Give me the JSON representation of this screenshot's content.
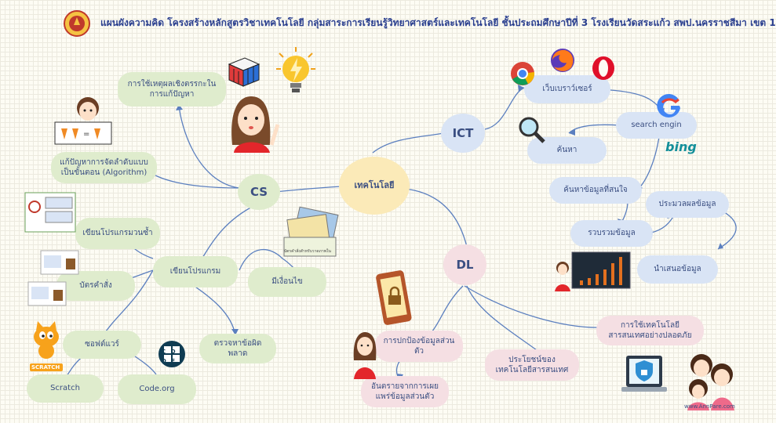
{
  "title": "แผนผังความคิด โครงสร้างหลักสูตรวิชาเทคโนโลยี กลุ่มสาระการเรียนรู้วิทยาศาสตร์และเทคโนโลยี ชั้นประถมศึกษาปีที่ 3 โรงเรียนวัดสระแก้ว สพป.นครราชสีมา เขต 1",
  "center": "เทคโนโลยี",
  "ict": {
    "label": "ICT",
    "browser": "เว็บเบราว์เซอร์",
    "search_engine": "search engin",
    "search": "ค้นหา",
    "find_info": "ค้นหาข้อมูลที่สนใจ",
    "evaluate": "ประมวลผลข้อมูล",
    "collect": "รวบรวมข้อมูล",
    "present": "นำเสนอข้อมูล",
    "bing": "bing"
  },
  "cs": {
    "label": "CS",
    "logic": "การใช้เหตุผลเชิงตรรกะในการแก้ปัญหา",
    "algorithm": "แก้ปัญหาการจัดลำดับแบบเป็นขั้นตอน (Algorithm)",
    "loop": "เขียนโปรแกรมวนซ้ำ",
    "programming": "เขียนโปรแกรม",
    "conditions": "มีเงื่อนไข",
    "commands": "บัตรคำสั่ง",
    "software": "ซอฟต์แวร์",
    "debug": "ตรวจหาข้อผิดพลาด",
    "scratch": "Scratch",
    "codeorg": "Code.org",
    "cards_caption": "บัตรคำสั่งสำหรับวาดภาพใน",
    "scratch_tag": "SCRATCH",
    "code_letters": "C O D E"
  },
  "dl": {
    "label": "DL",
    "safe_use": "การใช้เทคโนโลยีสารสนเทศอย่างปลอดภัย",
    "protect": "การปกป้องข้อมูลส่วนตัว",
    "danger": "อันตรายจากการเผยแพร่ข้อมูลส่วนตัว",
    "benefit": "ประโยชน์ของเทคโนโลยีสารสนเทศ"
  },
  "credit": "www.AnnPare.com",
  "colors": {
    "line": "#5b7fbf",
    "green": "#dfeccd",
    "blue": "#d9e4f5",
    "pink": "#f5dfe3",
    "center": "#fbeab8",
    "title": "#2a3f8f"
  },
  "icons": [
    "school-logo",
    "rubiks-cube",
    "lightbulb",
    "teacher",
    "student",
    "chrome",
    "firefox",
    "opera",
    "google",
    "magnifier",
    "chart-board",
    "phone-lock",
    "laptop-shield",
    "scratch-cat",
    "code-org",
    "command-cards",
    "laptop-commands"
  ]
}
